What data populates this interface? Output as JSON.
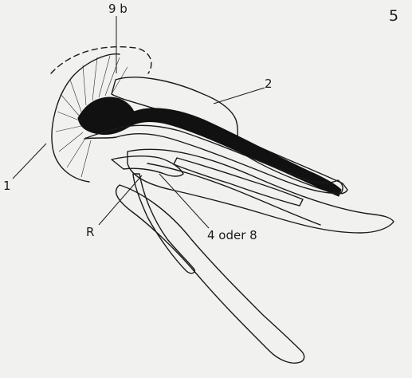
{
  "figure_number": "5",
  "labels": {
    "l_9b": "9 b",
    "l_2": "2",
    "l_1": "1",
    "l_R": "R",
    "l_4oder8": "4 oder 8"
  }
}
